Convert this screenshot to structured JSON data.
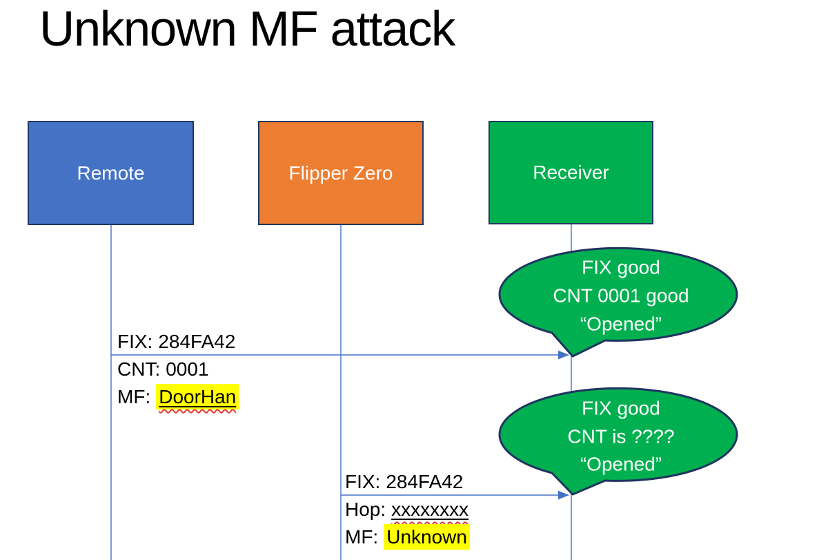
{
  "slide": {
    "title": "Unknown MF attack"
  },
  "colors": {
    "remote_fill": "#4472C4",
    "flipper_fill": "#ED7D31",
    "receiver_fill": "#00B050",
    "bubble_fill": "#00B050",
    "shape_outline": "#1F3864",
    "line_blue": "#4472C4",
    "highlight_yellow": "#FFFF00",
    "spellcheck_red": "#E8392B",
    "text_dark": "#000000",
    "text_light": "#FFFFFF"
  },
  "actors": [
    {
      "label": "Remote"
    },
    {
      "label": "Flipper Zero"
    },
    {
      "label": "Receiver"
    }
  ],
  "messages": [
    {
      "from": "Remote",
      "to": "Receiver",
      "lines": [
        {
          "label": "FIX:",
          "value": "284FA42"
        },
        {
          "label": "CNT:",
          "value": "0001"
        },
        {
          "label": "MF:",
          "value": "DoorHan"
        }
      ]
    },
    {
      "from": "Flipper Zero",
      "to": "Receiver",
      "lines": [
        {
          "label": "FIX:",
          "value": "284FA42"
        },
        {
          "label": "Hop:",
          "value": "xxxxxxxx"
        },
        {
          "label": "MF:",
          "value": "Unknown"
        }
      ]
    }
  ],
  "bubbles": [
    {
      "lines": [
        "FIX good",
        "CNT 0001 good",
        "“Opened”"
      ]
    },
    {
      "lines": [
        "FIX good",
        "CNT is ????",
        "“Opened”"
      ]
    }
  ]
}
